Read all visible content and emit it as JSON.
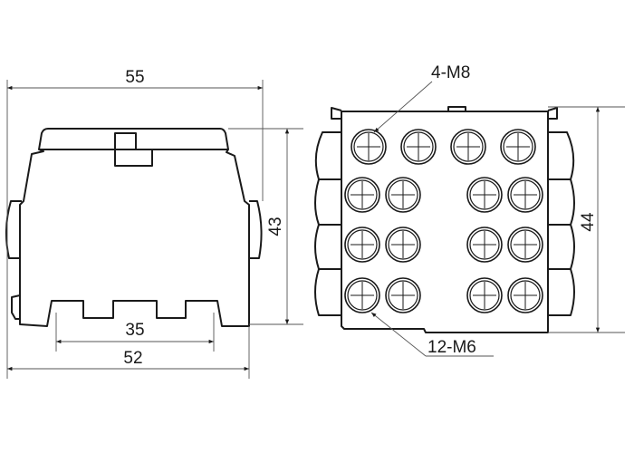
{
  "dimensions": {
    "width_top": "55",
    "height_left": "43",
    "rail_width": "35",
    "base_width": "52",
    "height_right": "44"
  },
  "callouts": {
    "large_terminals": "4-M8",
    "small_terminals": "12-M6"
  }
}
